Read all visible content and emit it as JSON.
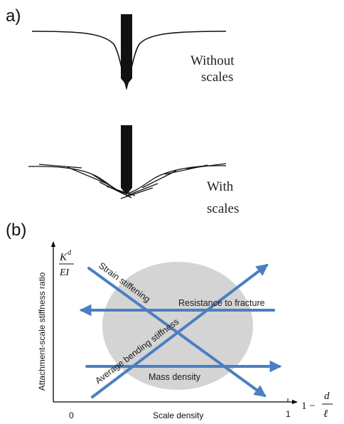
{
  "panel_a": {
    "label": "a)",
    "without_scales": [
      "Without",
      "scales"
    ],
    "with_scales": [
      "With",
      "scales"
    ]
  },
  "panel_b": {
    "label": "(b)",
    "y_axis_title": "Attachment-scale stiffness ratio",
    "y_axis_symbol_num": "K",
    "y_axis_symbol_sup": "d",
    "y_axis_symbol_den": "EI",
    "x_axis_title": "Scale density",
    "x_tick_0": "0",
    "x_tick_1": "1",
    "x_axis_symbol_prefix": "1 −",
    "x_axis_symbol_num": "d",
    "x_axis_symbol_den": "ℓ",
    "trend_labels": {
      "strain_stiffening": "Strain stiffening",
      "resistance_to_fracture": "Resistance to fracture",
      "average_bending_stiffness": "Average bending stiffness",
      "mass_density": "Mass density"
    },
    "colors": {
      "arrow": "#4a7fc1",
      "ellipse": "#d4d4d4",
      "axis": "#000000",
      "text": "#1a1a1a"
    }
  }
}
